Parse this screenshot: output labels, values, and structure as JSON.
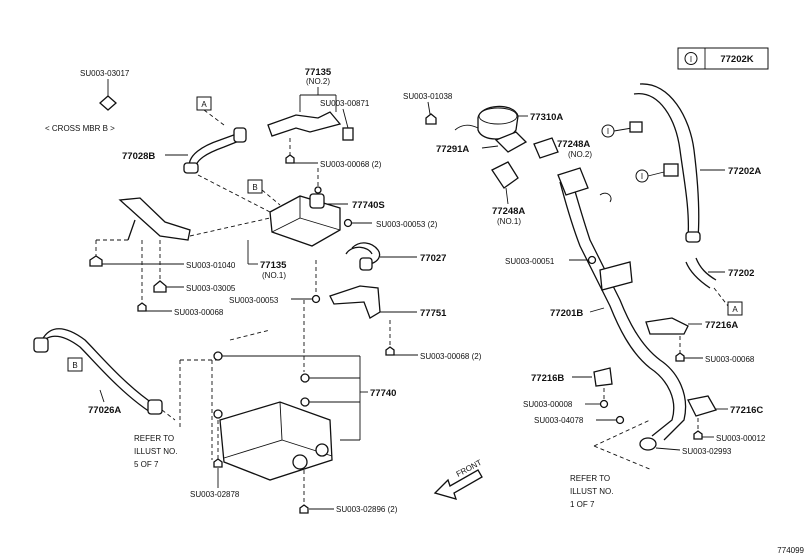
{
  "header": {
    "circle_ref": "I",
    "part_code": "77202K"
  },
  "footer": {
    "figure_id": "774099"
  },
  "front_arrow": "FRONT",
  "callouts": {
    "a": "A",
    "b": "B",
    "i": "I"
  },
  "notes": {
    "cross_mbr": "< CROSS MBR B >",
    "refer_left": [
      "REFER TO",
      "ILLUST NO.",
      "5 OF 7"
    ],
    "refer_right": [
      "REFER TO",
      "ILLUST NO.",
      "1 OF 7"
    ]
  },
  "parts": {
    "p_su03017": "SU003-03017",
    "p_77135_top": "77135",
    "p_77135_top_sub": "(NO.2)",
    "p_su00871": "SU003-00871",
    "p_77028b": "77028B",
    "p_su00068_top": "SU003-00068 (2)",
    "p_77740s": "77740S",
    "p_su00053_2": "SU003-00053 (2)",
    "p_su01040": "SU003-01040",
    "p_77135_mid": "77135",
    "p_77135_mid_sub": "(NO.1)",
    "p_77027": "77027",
    "p_su03005": "SU003-03005",
    "p_su00053": "SU003-00053",
    "p_77751": "77751",
    "p_su00068_left": "SU003-00068",
    "p_su00068_mid": "SU003-00068 (2)",
    "p_77740": "77740",
    "p_77026a": "77026A",
    "p_su02878": "SU003-02878",
    "p_su02896": "SU003-02896 (2)",
    "p_su01038": "SU003-01038",
    "p_77310a": "77310A",
    "p_77291a": "77291A",
    "p_77248a_top": "77248A",
    "p_77248a_top_sub": "(NO.2)",
    "p_77248a_mid": "77248A",
    "p_77248a_mid_sub": "(NO.1)",
    "p_77202a": "77202A",
    "p_su00051": "SU003-00051",
    "p_77202": "77202",
    "p_77201b": "77201B",
    "p_77216a": "77216A",
    "p_su00068_right": "SU003-00068",
    "p_77216b": "77216B",
    "p_su00008": "SU003-00008",
    "p_su04078": "SU003-04078",
    "p_77216c": "77216C",
    "p_su00012": "SU003-00012",
    "p_su02993": "SU003-02993"
  }
}
